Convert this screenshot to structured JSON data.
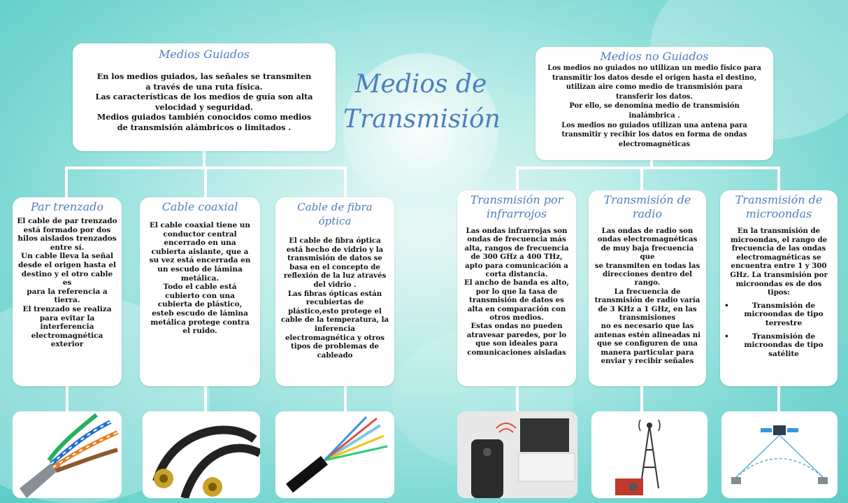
{
  "title": "Medios de Transmisión",
  "guided": {
    "heading": "Medios Guiados",
    "lines": [
      "En los medios guiados, las señales se transmiten",
      "a través de una ruta física.",
      "Las características de los medios de guía son alta",
      "velocidad y seguridad.",
      "Medios guiados también conocidos como medios",
      "de transmisión alámbricos o limitados ."
    ]
  },
  "unguided": {
    "heading": "Medios no Guiados",
    "lines": [
      "Los medios no guiados no utilizan un medio físico para",
      "transmitir los datos desde el origen hasta el destino,",
      "utilizan aire como medio de transmisión para",
      "transferir los datos.",
      "Por ello, se denomina medio de transmisión",
      "inalámbrica .",
      "Los medios no guiados utilizan una antena para",
      "transmitir y recibir los datos en forma de ondas",
      "electromagnéticas"
    ]
  },
  "cards": {
    "par": {
      "heading": "Par trenzado",
      "lines": [
        "El cable de par trenzado",
        "está formado por dos",
        "hilos aislados trenzados",
        "entre sí.",
        "Un cable lleva la señal",
        "desde el origen hasta el",
        "destino y el otro cable es",
        "para la referencia a",
        "tierra.",
        "El trenzado se realiza",
        "para evitar la",
        "interferencia",
        "electromagnética",
        "exterior"
      ]
    },
    "coax": {
      "heading": "Cable coaxial",
      "lines": [
        "El cable coaxial tiene un",
        "conductor central",
        "encerrado en una",
        "cubierta aislante, que a",
        "su vez está encerrada en",
        "un escudo de lámina",
        "metálica.",
        "Todo el cable está",
        "cubierto con una",
        "cubierta de plástico,",
        "esteb escudo de lámina",
        "metálica protege contra",
        "el ruido."
      ]
    },
    "fibra": {
      "heading": "Cable de fibra óptica",
      "lines": [
        "El cable de fibra óptica",
        "está hecho de vidrio y la",
        "transmisión de datos se",
        "basa en el concepto de",
        "reflexión de la luz através",
        "del vidrio .",
        "Las fibras ópticas están",
        "recubiertas de",
        "plástico,esto protege el",
        "cable de la temperatura, la",
        "inferencia",
        "electromagnética y otros",
        "tipos de problemas de",
        "cableado"
      ]
    },
    "infra": {
      "heading_lines": [
        "Transmisión por",
        "infrarrojos"
      ],
      "lines": [
        "Las ondas infrarrojas son",
        "ondas de frecuencia más",
        "alta, rangos de frecuencia",
        "de 300 GHz a 400 THz,",
        "apto para comunicación a",
        "corta distancia.",
        "El ancho de banda es alto,",
        "por lo que la tasa de",
        "transmisión de datos es",
        "alta en comparación con",
        "otros medios.",
        "Estas ondas no pueden",
        "atravesar paredes, por lo",
        "que son ideales para",
        "comunicaciones aisladas"
      ]
    },
    "radio": {
      "heading_lines": [
        "Transmisión de",
        "radio"
      ],
      "lines": [
        "Las ondas de radio son",
        "ondas electromagnéticas",
        "de muy baja frecuencia que",
        "se transmiten en todas las",
        "direcciones dentro del",
        "rango.",
        "La frecuencia de",
        "transmisión de radio varía",
        "de 3 KHz a 1 GHz, en las",
        "transmisiones",
        "no es necesario que las",
        "antenas estén alineadas ni",
        "que se configuren de una",
        "manera particular para",
        "enviar y recibir señales"
      ]
    },
    "micro": {
      "heading_lines": [
        "Transmisión de",
        "microondas"
      ],
      "lines": [
        "En la transmisión de",
        "microondas, el rango de",
        "frecuencia de las ondas",
        "electromagnéticas se",
        "encuentra entre 1 y 300",
        "GHz. La transmisión por",
        "microondas es de dos tipos:"
      ],
      "bullets": [
        "Transmisión de microondas de tipo terrestre",
        "Transmisión de microondas de tipo satélite"
      ]
    }
  },
  "colors": {
    "accent": "#4d7fbf",
    "background": "#7fd9d4"
  }
}
